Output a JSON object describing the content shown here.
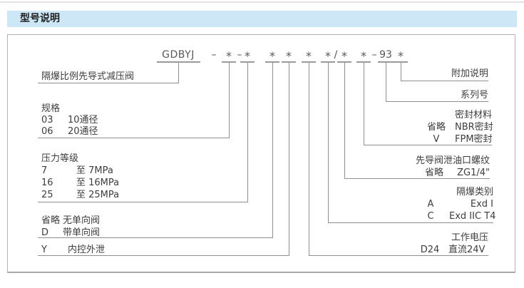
{
  "page": {
    "section_title": "型号说明"
  },
  "model_code": {
    "tokens": [
      "GDBYJ",
      "–",
      "*",
      "–",
      "*",
      "*",
      "*",
      "*",
      "*",
      "/",
      "*",
      "*",
      "–",
      "93",
      "*"
    ]
  },
  "left_blocks": [
    {
      "label": "隔爆比例先导式减压阀"
    },
    {
      "header": "规格",
      "rows": [
        {
          "code": "03",
          "desc": "10通径"
        },
        {
          "code": "06",
          "desc": "20通径"
        }
      ]
    },
    {
      "header": "压力等级",
      "rows": [
        {
          "code": "7",
          "desc": "至 7MPa"
        },
        {
          "code": "16",
          "desc": "至 16MPa"
        },
        {
          "code": "25",
          "desc": "至 25MPa"
        }
      ]
    },
    {
      "rows": [
        {
          "code": "省略",
          "desc": "无单向阀"
        },
        {
          "code": "D",
          "desc": "带单向阀"
        }
      ]
    },
    {
      "rows": [
        {
          "code": "Y",
          "desc": "内控外泄"
        }
      ]
    }
  ],
  "right_blocks": [
    {
      "header": "附加说明"
    },
    {
      "header": "系列号"
    },
    {
      "header": "密封材料",
      "rows": [
        {
          "code": "省略",
          "desc": "NBR密封"
        },
        {
          "code": "V",
          "desc": "FPM密封"
        }
      ]
    },
    {
      "header": "先导阀泄油口螺纹",
      "rows": [
        {
          "code": "省略",
          "desc": "ZG1/4\""
        }
      ]
    },
    {
      "header": "隔爆类别",
      "rows": [
        {
          "code": "A",
          "desc": "Exd I"
        },
        {
          "code": "C",
          "desc": "Exd IIC T4"
        }
      ]
    },
    {
      "header": "工作电压",
      "rows": [
        {
          "code": "D24",
          "desc": "直流24V"
        }
      ]
    }
  ],
  "colors": {
    "header_bar_bg": "#cde7f6",
    "line": "#8f8f8f",
    "text": "#3d3d3d"
  }
}
